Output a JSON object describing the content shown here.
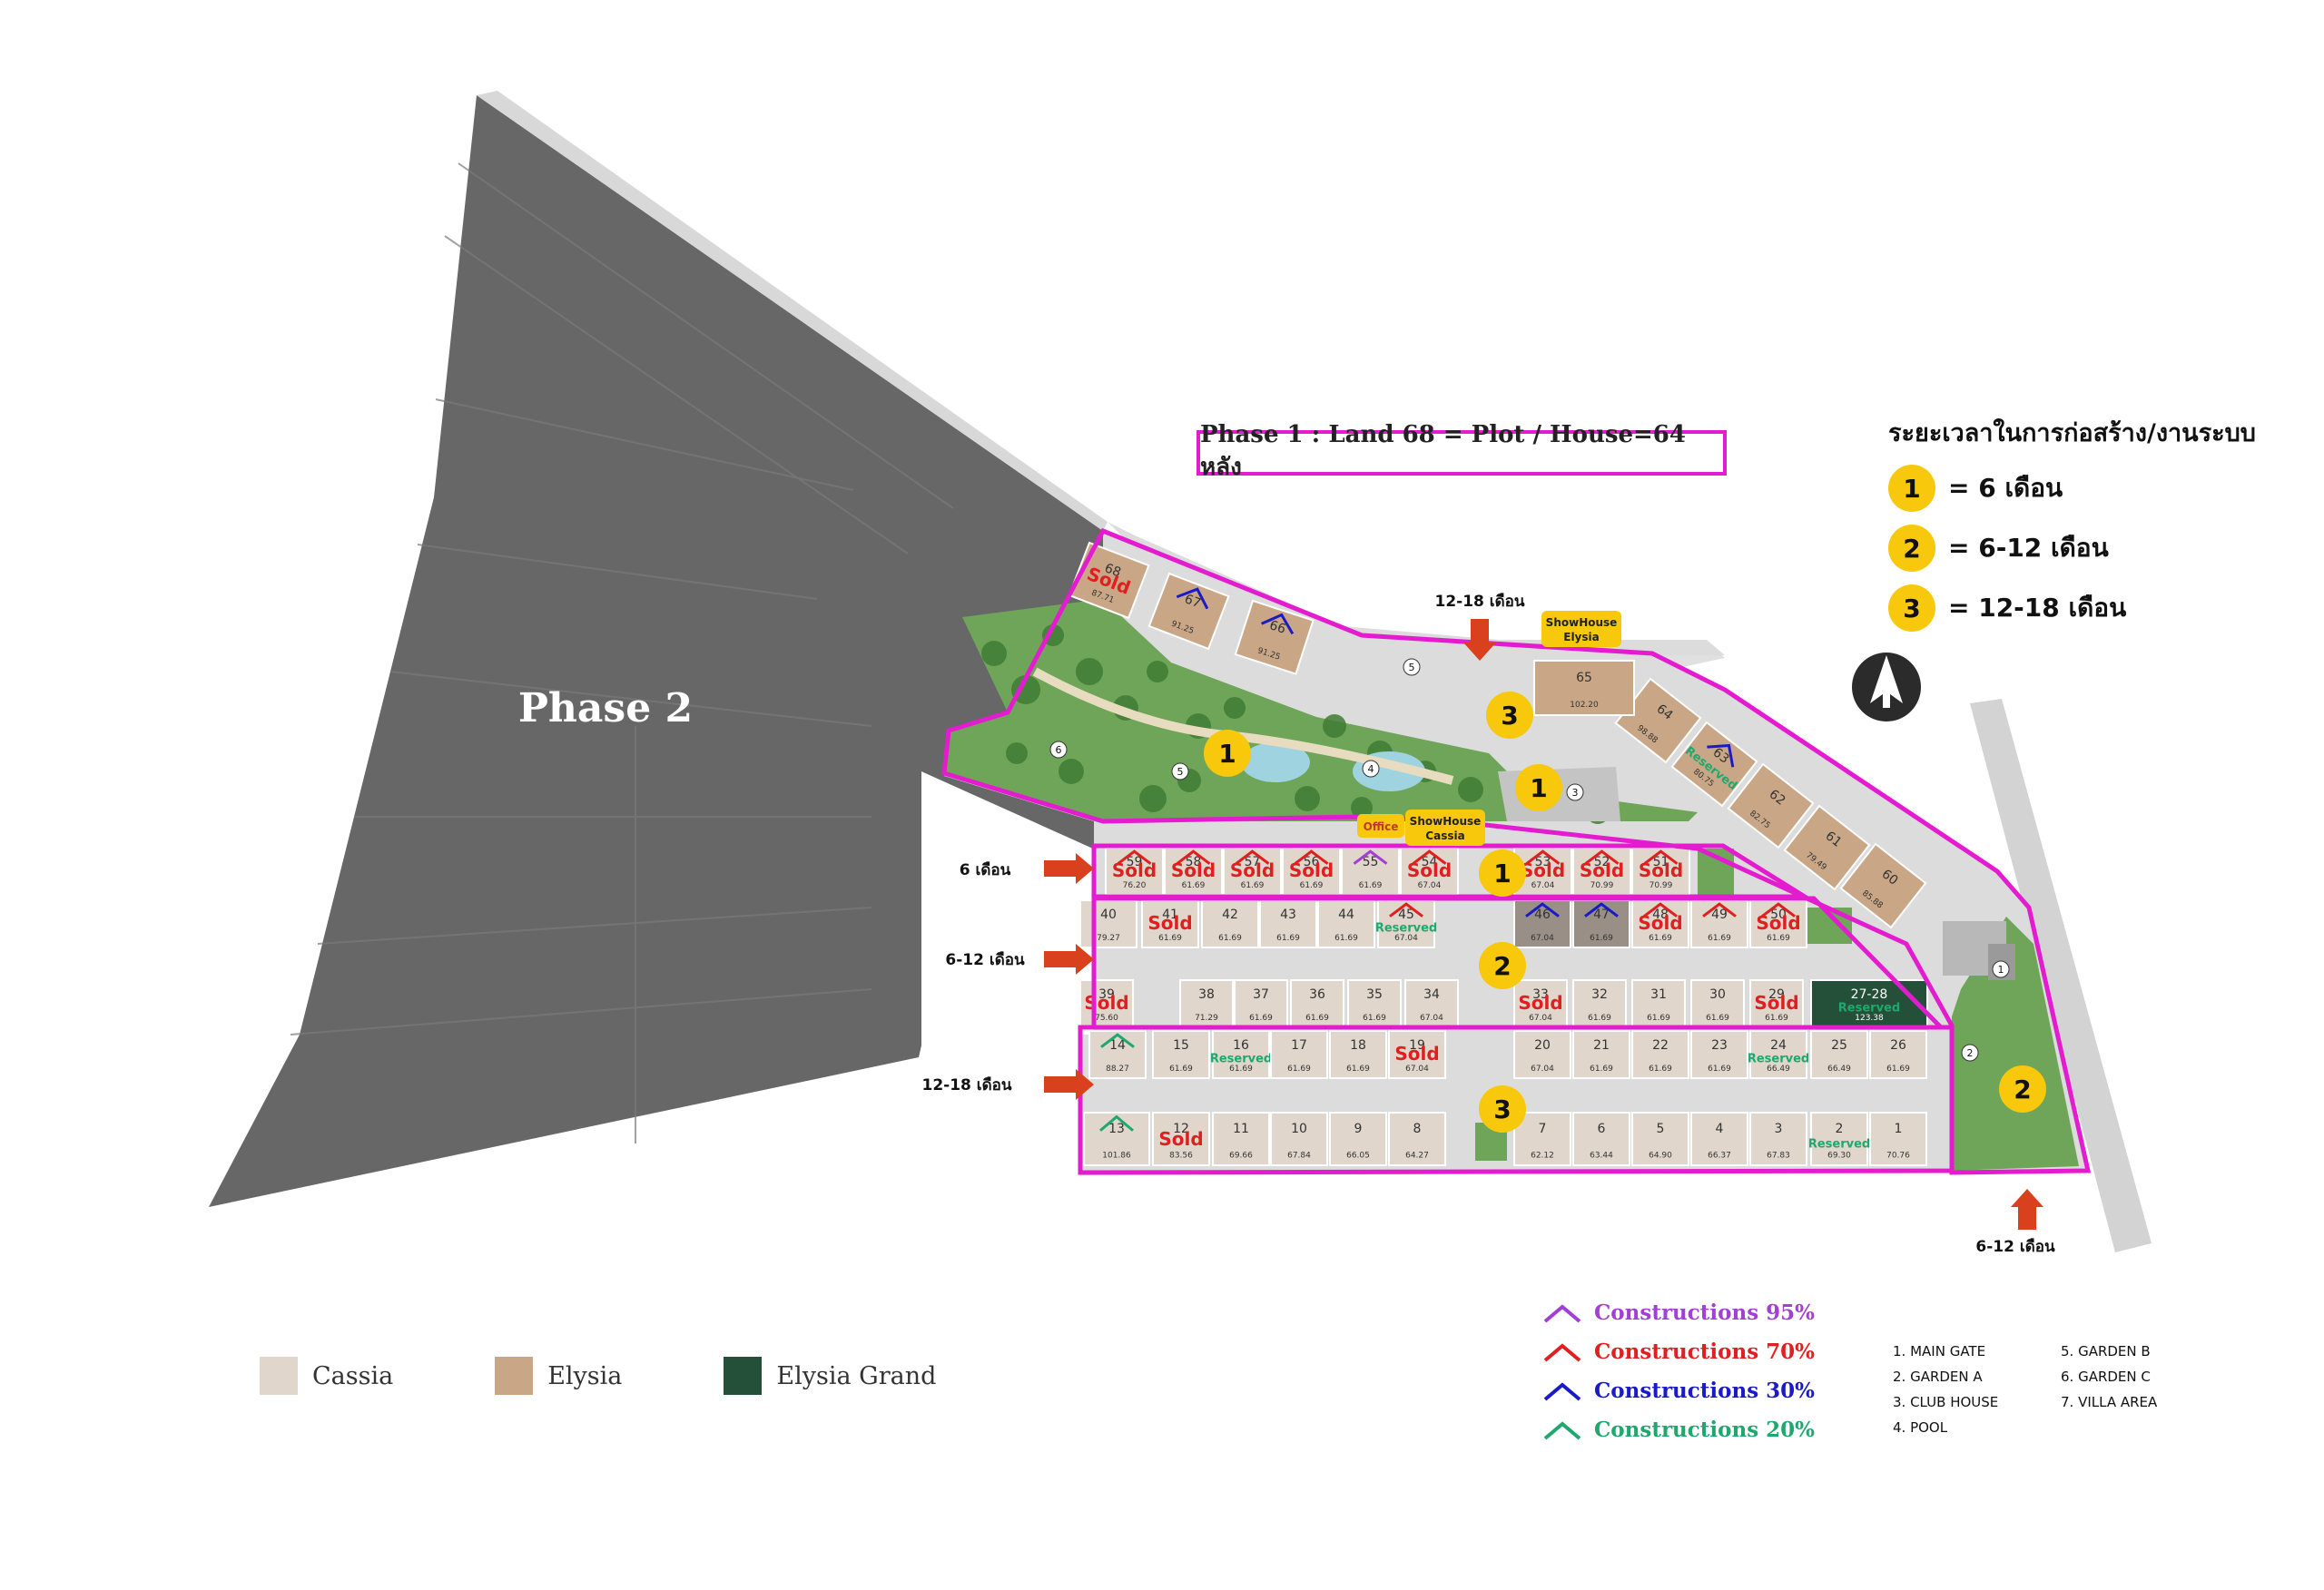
{
  "phase2_label": "Phase 2",
  "title": "Phase 1 : Land 68 = Plot /  House=64 หลัง",
  "timeline_legend": {
    "header": "ระยะเวลาในการก่อสร้าง/งานระบบ",
    "items": [
      {
        "badge": "1",
        "text": "= 6 เดือน"
      },
      {
        "badge": "2",
        "text": "= 6-12 เดือน"
      },
      {
        "badge": "3",
        "text": "= 12-18 เดือน"
      }
    ]
  },
  "arrows": {
    "row_6": "6 เดือน",
    "row_6_12": "6-12 เดือน",
    "row_12_18": "12-18 เดือน",
    "top": "12-18 เดือน",
    "bottom_right": "6-12 เดือน"
  },
  "tags": {
    "showhouse_elysia": [
      "ShowHouse",
      "Elysia"
    ],
    "showhouse_cassia": [
      "ShowHouse",
      "Cassia"
    ],
    "office": "Office"
  },
  "status_labels": {
    "sold": "Sold",
    "reserved": "Reserved"
  },
  "construction_legend": [
    {
      "label": "Constructions 95%",
      "color": "#a23fd6"
    },
    {
      "label": "Constructions 70%",
      "color": "#e02020"
    },
    {
      "label": "Constructions 30%",
      "color": "#1a1ac9"
    },
    {
      "label": "Constructions 20%",
      "color": "#1fa86e"
    }
  ],
  "facility_legend": [
    "1. MAIN GATE",
    "5. GARDEN B",
    "2. GARDEN A",
    "6. GARDEN C",
    "3. CLUB HOUSE",
    "7. VILLA AREA",
    "4. POOL",
    ""
  ],
  "type_legend": [
    {
      "label": "Cassia",
      "color": "#e0d6cc"
    },
    {
      "label": "Elysia",
      "color": "#c9a786"
    },
    {
      "label": "Elysia Grand",
      "color": "#24503a"
    }
  ],
  "zone_badges": [
    "1",
    "1",
    "1",
    "2",
    "2",
    "3",
    "3"
  ],
  "plots": [
    {
      "n": "68",
      "area": "87.71",
      "status": "sold",
      "con": ""
    },
    {
      "n": "67",
      "area": "91.25",
      "status": "",
      "con": "30"
    },
    {
      "n": "66",
      "area": "91.25",
      "status": "",
      "con": "30"
    },
    {
      "n": "65",
      "area": "102.20",
      "status": "",
      "con": ""
    },
    {
      "n": "64",
      "area": "98.88",
      "status": "",
      "con": ""
    },
    {
      "n": "63",
      "area": "80.75",
      "status": "reserved",
      "con": "30"
    },
    {
      "n": "62",
      "area": "82.75",
      "status": "",
      "con": ""
    },
    {
      "n": "61",
      "area": "79.49",
      "status": "",
      "con": ""
    },
    {
      "n": "60",
      "area": "85.88",
      "status": "",
      "con": ""
    },
    {
      "n": "59",
      "area": "76.20",
      "status": "sold",
      "con": "70"
    },
    {
      "n": "58",
      "area": "61.69",
      "status": "sold",
      "con": "70"
    },
    {
      "n": "57",
      "area": "61.69",
      "status": "sold",
      "con": "70"
    },
    {
      "n": "56",
      "area": "61.69",
      "status": "sold",
      "con": "70"
    },
    {
      "n": "55",
      "area": "61.69",
      "status": "",
      "con": "95"
    },
    {
      "n": "54",
      "area": "67.04",
      "status": "sold",
      "con": "70"
    },
    {
      "n": "53",
      "area": "67.04",
      "status": "sold",
      "con": "70"
    },
    {
      "n": "52",
      "area": "70.99",
      "status": "sold",
      "con": "70"
    },
    {
      "n": "51",
      "area": "70.99",
      "status": "sold",
      "con": "70"
    },
    {
      "n": "40",
      "area": "79.27",
      "status": "",
      "con": ""
    },
    {
      "n": "41",
      "area": "61.69",
      "status": "sold",
      "con": ""
    },
    {
      "n": "42",
      "area": "61.69",
      "status": "",
      "con": ""
    },
    {
      "n": "43",
      "area": "61.69",
      "status": "",
      "con": ""
    },
    {
      "n": "44",
      "area": "61.69",
      "status": "",
      "con": ""
    },
    {
      "n": "45",
      "area": "67.04",
      "status": "reserved",
      "con": "70"
    },
    {
      "n": "46",
      "area": "67.04",
      "status": "",
      "con": "30"
    },
    {
      "n": "47",
      "area": "61.69",
      "status": "",
      "con": "30"
    },
    {
      "n": "48",
      "area": "61.69",
      "status": "sold",
      "con": "70"
    },
    {
      "n": "49",
      "area": "61.69",
      "status": "",
      "con": "70"
    },
    {
      "n": "50",
      "area": "61.69",
      "status": "sold",
      "con": "70"
    },
    {
      "n": "39",
      "area": "75.60",
      "status": "sold",
      "con": ""
    },
    {
      "n": "38",
      "area": "71.29",
      "status": "",
      "con": ""
    },
    {
      "n": "37",
      "area": "61.69",
      "status": "",
      "con": ""
    },
    {
      "n": "36",
      "area": "61.69",
      "status": "",
      "con": ""
    },
    {
      "n": "35",
      "area": "61.69",
      "status": "",
      "con": ""
    },
    {
      "n": "34",
      "area": "67.04",
      "status": "",
      "con": ""
    },
    {
      "n": "33",
      "area": "67.04",
      "status": "sold",
      "con": ""
    },
    {
      "n": "32",
      "area": "61.69",
      "status": "",
      "con": ""
    },
    {
      "n": "31",
      "area": "61.69",
      "status": "",
      "con": ""
    },
    {
      "n": "30",
      "area": "61.69",
      "status": "",
      "con": ""
    },
    {
      "n": "29",
      "area": "61.69",
      "status": "sold",
      "con": ""
    },
    {
      "n": "27-28",
      "area": "123.38",
      "status": "reserved",
      "con": ""
    },
    {
      "n": "14",
      "area": "88.27",
      "status": "",
      "con": "20"
    },
    {
      "n": "15",
      "area": "61.69",
      "status": "",
      "con": ""
    },
    {
      "n": "16",
      "area": "61.69",
      "status": "reserved",
      "con": ""
    },
    {
      "n": "17",
      "area": "61.69",
      "status": "",
      "con": ""
    },
    {
      "n": "18",
      "area": "61.69",
      "status": "",
      "con": ""
    },
    {
      "n": "19",
      "area": "67.04",
      "status": "sold",
      "con": ""
    },
    {
      "n": "20",
      "area": "67.04",
      "status": "",
      "con": ""
    },
    {
      "n": "21",
      "area": "61.69",
      "status": "",
      "con": ""
    },
    {
      "n": "22",
      "area": "61.69",
      "status": "",
      "con": ""
    },
    {
      "n": "23",
      "area": "61.69",
      "status": "",
      "con": ""
    },
    {
      "n": "24",
      "area": "66.49",
      "status": "reserved",
      "con": ""
    },
    {
      "n": "25",
      "area": "66.49",
      "status": "",
      "con": ""
    },
    {
      "n": "26",
      "area": "61.69",
      "status": "",
      "con": ""
    },
    {
      "n": "13",
      "area": "101.86",
      "status": "",
      "con": "20"
    },
    {
      "n": "12",
      "area": "83.56",
      "status": "sold",
      "con": ""
    },
    {
      "n": "11",
      "area": "69.66",
      "status": "",
      "con": ""
    },
    {
      "n": "10",
      "area": "67.84",
      "status": "",
      "con": ""
    },
    {
      "n": "9",
      "area": "66.05",
      "status": "",
      "con": ""
    },
    {
      "n": "8",
      "area": "64.27",
      "status": "",
      "con": ""
    },
    {
      "n": "7",
      "area": "62.12",
      "status": "",
      "con": ""
    },
    {
      "n": "6",
      "area": "63.44",
      "status": "",
      "con": ""
    },
    {
      "n": "5",
      "area": "64.90",
      "status": "",
      "con": ""
    },
    {
      "n": "4",
      "area": "66.37",
      "status": "",
      "con": ""
    },
    {
      "n": "3",
      "area": "67.83",
      "status": "",
      "con": ""
    },
    {
      "n": "2",
      "area": "69.30",
      "status": "reserved",
      "con": ""
    },
    {
      "n": "1",
      "area": "70.76",
      "status": "",
      "con": ""
    }
  ],
  "facility_markers": [
    "1",
    "2",
    "3",
    "4",
    "5",
    "5",
    "6"
  ]
}
